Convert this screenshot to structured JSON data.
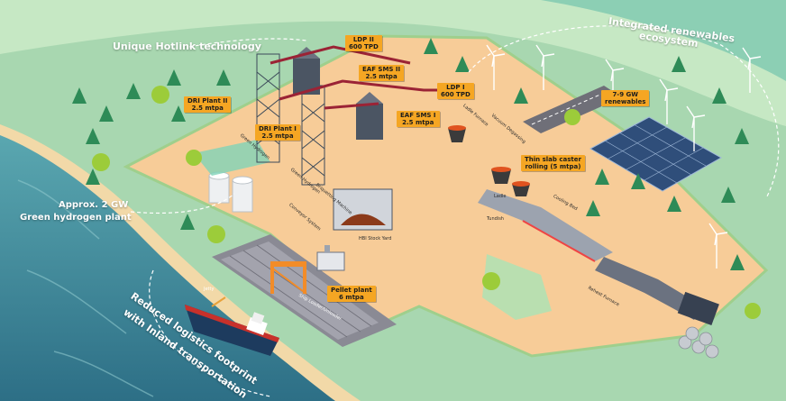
{
  "callouts": {
    "hotlink": "Unique Hotlink technology",
    "renewables_ecosystem_1": "Integrated renewables",
    "renewables_ecosystem_2": "ecosystem",
    "hydrogen_1": "Approx. 2 GW",
    "hydrogen_2": "Green hydrogen plant",
    "logistics_1": "Reduced logistics footprint",
    "logistics_2": "with Inland transportation"
  },
  "labels": {
    "dri2": [
      "DRI Plant II",
      "2.5 mtpa"
    ],
    "dri1": [
      "DRI Plant I",
      "2.5 mtpa"
    ],
    "ldp2": [
      "LDP II",
      "600 TPD"
    ],
    "eaf2": [
      "EAF SMS II",
      "2.5 mtpa"
    ],
    "ldp1": [
      "LDP I",
      "600 TPD"
    ],
    "eaf1": [
      "EAF SMS I",
      "2.5 mtpa"
    ],
    "renewables": [
      "7-9 GW",
      "renewables"
    ],
    "caster": [
      "Thin slab caster",
      "rolling (5 mtpa)"
    ],
    "pellet": [
      "Pellet plant",
      "6 mtpa"
    ]
  },
  "small_labels": {
    "green_hydrogen_a": "Green Hydrogen",
    "green_hydrogen_b": "Green Hydrogen",
    "briquetting": "Briquetting Machine",
    "conveyor": "Conveyor System",
    "hbi": "HBI Stock Yard",
    "ladle_furnace": "Ladle Furnace",
    "vacuum": "Vacuum Degassing",
    "ladle": "Ladle",
    "tundish": "Tundish",
    "cooling_bed": "Cooling Bed",
    "reheat": "Reheat Furnace",
    "jetty": "Jetty",
    "ship_loader": "Ship Loader/Unloader"
  },
  "colors": {
    "sea": "#3f8f9c",
    "land": "#f7cc98",
    "grass": "#b9dfb0",
    "label": "#f5a623",
    "pipe": "#9b2335"
  }
}
